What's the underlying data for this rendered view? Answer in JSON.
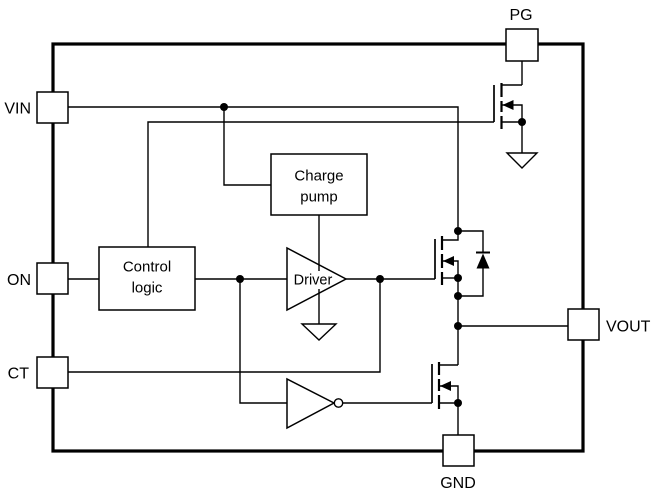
{
  "diagram_type": "block-diagram",
  "colors": {
    "background": "#ffffff",
    "line": "#000000"
  },
  "pins": {
    "vin": "VIN",
    "on": "ON",
    "ct": "CT",
    "pg": "PG",
    "vout": "VOUT",
    "gnd": "GND"
  },
  "blocks": {
    "charge_pump": {
      "line1": "Charge",
      "line2": "pump"
    },
    "control_logic": {
      "line1": "Control",
      "line2": "logic"
    },
    "driver_label": "Driver"
  }
}
